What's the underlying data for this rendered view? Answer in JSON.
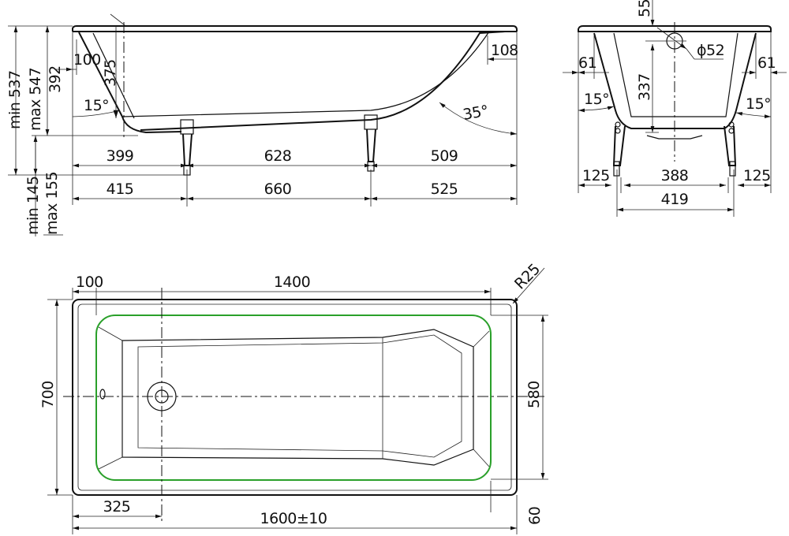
{
  "side_view": {
    "dims_top_row": [
      "399",
      "628",
      "509"
    ],
    "dims_bottom_row": [
      "415",
      "660",
      "525"
    ],
    "height_min": "min 537",
    "height_max": "max 547",
    "depth": "392",
    "inner_depth": "375",
    "leg_min": "min 145",
    "leg_max": "max 155",
    "rim_left": "100",
    "rim_right": "108",
    "angle_left": "15°",
    "angle_right": "35°"
  },
  "end_view": {
    "drain_offset": "55",
    "drain_diameter": "ϕ52",
    "rim_left": "61",
    "rim_right": "61",
    "depth": "337",
    "angle_left": "15°",
    "angle_right": "15°",
    "leg_left": "125",
    "inner_width": "388",
    "leg_right": "125",
    "leg_span": "419"
  },
  "top_view": {
    "rim_left": "100",
    "inner_length": "1400",
    "corner_radius": "R25",
    "width": "700",
    "inner_width": "580",
    "drain_position": "325",
    "length": "1600±10",
    "rim_right": "60"
  },
  "colors": {
    "outline": "#111111",
    "inner_contour": "#2aa02a"
  }
}
